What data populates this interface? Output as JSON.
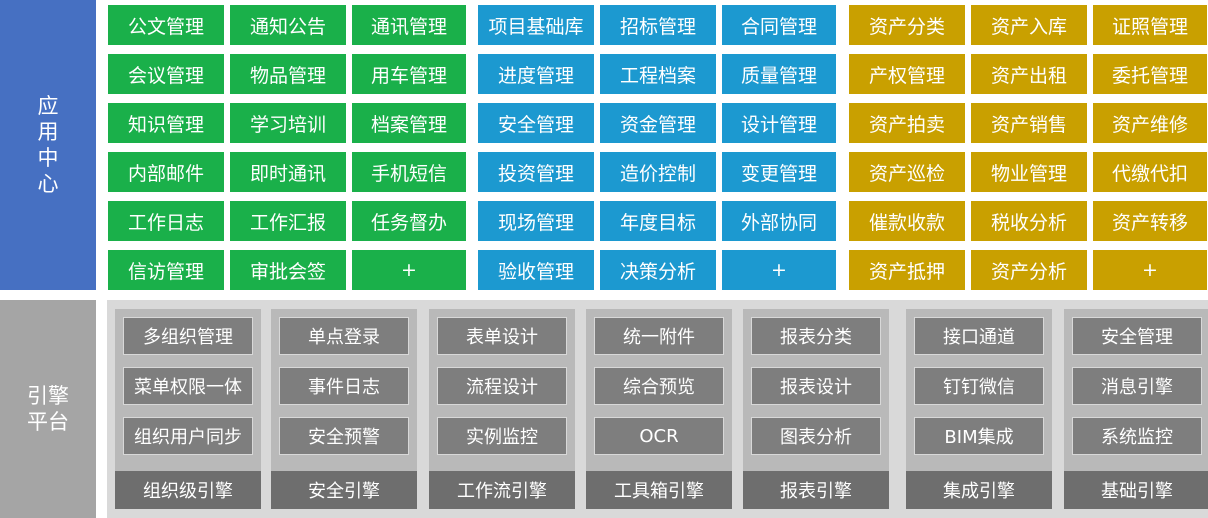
{
  "labels": {
    "app_center": "应用中心",
    "engine_platform": "引擎平台"
  },
  "app_groups": [
    {
      "color": "#1ab04a",
      "columns": [
        [
          "公文管理",
          "会议管理",
          "知识管理",
          "内部邮件",
          "工作日志",
          "信访管理"
        ],
        [
          "通知公告",
          "物品管理",
          "学习培训",
          "即时通讯",
          "工作汇报",
          "审批会签"
        ],
        [
          "通讯管理",
          "用车管理",
          "档案管理",
          "手机短信",
          "任务督办",
          "+"
        ]
      ]
    },
    {
      "color": "#1c99d0",
      "columns": [
        [
          "项目基础库",
          "进度管理",
          "安全管理",
          "投资管理",
          "现场管理",
          "验收管理"
        ],
        [
          "招标管理",
          "工程档案",
          "资金管理",
          "造价控制",
          "年度目标",
          "决策分析"
        ],
        [
          "合同管理",
          "质量管理",
          "设计管理",
          "变更管理",
          "外部协同",
          "+"
        ]
      ]
    },
    {
      "color": "#c9a000",
      "columns": [
        [
          "资产分类",
          "产权管理",
          "资产拍卖",
          "资产巡检",
          "催款收款",
          "资产抵押"
        ],
        [
          "资产入库",
          "资产出租",
          "资产销售",
          "物业管理",
          "税收分析",
          "资产分析"
        ],
        [
          "证照管理",
          "委托管理",
          "资产维修",
          "代缴代扣",
          "资产转移",
          "+"
        ]
      ]
    }
  ],
  "engines": [
    {
      "items": [
        "多组织管理",
        "菜单权限一体",
        "组织用户同步"
      ],
      "footer": "组织级引擎"
    },
    {
      "items": [
        "单点登录",
        "事件日志",
        "安全预警"
      ],
      "footer": "安全引擎"
    },
    {
      "items": [
        "表单设计",
        "流程设计",
        "实例监控"
      ],
      "footer": "工作流引擎"
    },
    {
      "items": [
        "统一附件",
        "综合预览",
        "OCR"
      ],
      "footer": "工具箱引擎"
    },
    {
      "items": [
        "报表分类",
        "报表设计",
        "图表分析"
      ],
      "footer": "报表引擎"
    },
    {
      "items": [
        "接口通道",
        "钉钉微信",
        "BIM集成"
      ],
      "footer": "集成引擎"
    },
    {
      "items": [
        "安全管理",
        "消息引擎",
        "系统监控"
      ],
      "footer": "基础引擎"
    }
  ]
}
